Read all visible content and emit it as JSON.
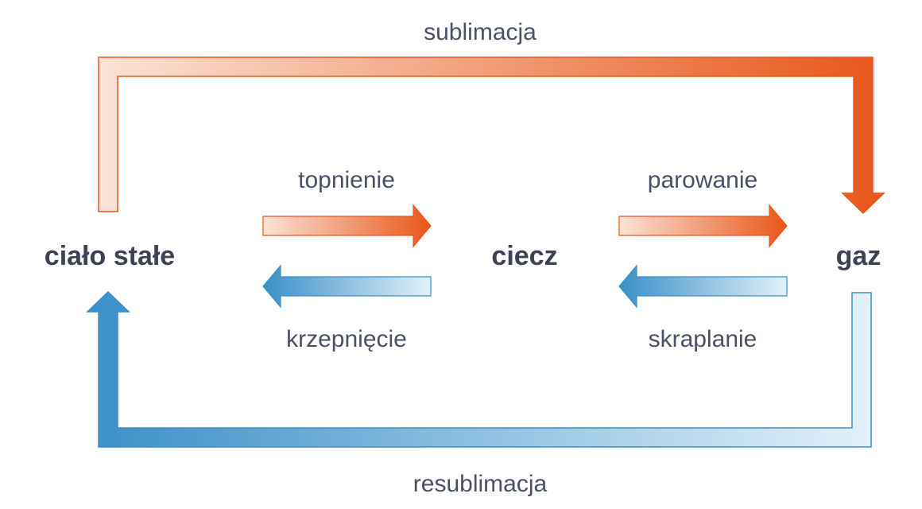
{
  "states": {
    "solid": "ciało stałe",
    "liquid": "ciecz",
    "gas": "gaz"
  },
  "processes": {
    "sublimation": "sublimacja",
    "melting": "topnienie",
    "vaporization": "parowanie",
    "solidification": "krzepnięcie",
    "condensation": "skraplanie",
    "deposition": "resublimacja"
  },
  "colors": {
    "warm_light": "#fbd9c8",
    "warm_dark": "#e8561a",
    "cool_light": "#e2f1fa",
    "cool_dark": "#3a8fc8",
    "text": "#3c4252"
  }
}
